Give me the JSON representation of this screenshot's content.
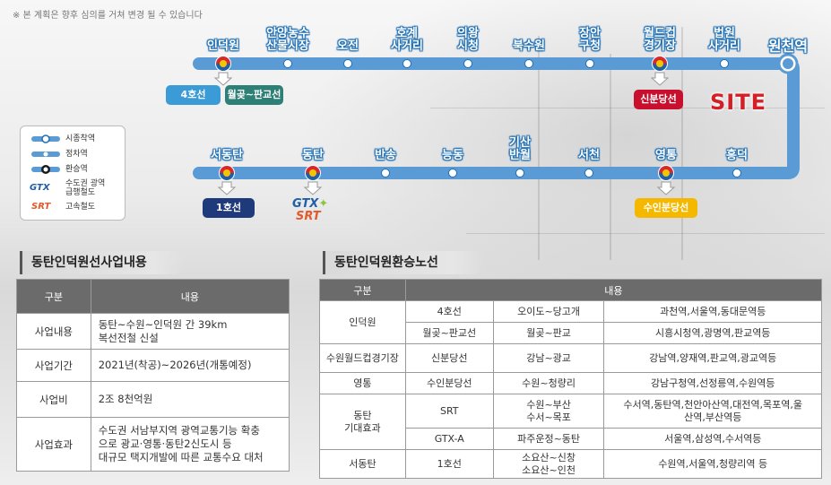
{
  "note": "※ 본 계획은 향후 심의를 거쳐 변경 될 수 있습니다",
  "site_label": "SITE",
  "line_color": "#5b9bd5",
  "stations_top": [
    {
      "id": "indeogwon",
      "label": "인덕원",
      "type": "transfer"
    },
    {
      "id": "anyang",
      "label": "안양농수\n산물시장",
      "type": "stop"
    },
    {
      "id": "ojeon",
      "label": "오전",
      "type": "stop"
    },
    {
      "id": "hogye",
      "label": "호계\n사거리",
      "type": "stop"
    },
    {
      "id": "uiwang",
      "label": "의왕\n시청",
      "type": "stop"
    },
    {
      "id": "buksuwon",
      "label": "북수원",
      "type": "stop"
    },
    {
      "id": "jangan",
      "label": "장안\n구청",
      "type": "stop"
    },
    {
      "id": "worldcup",
      "label": "월드컵\n경기장",
      "type": "transfer"
    },
    {
      "id": "beopwon",
      "label": "법원\n사거리",
      "type": "stop"
    },
    {
      "id": "woncheon",
      "label": "원천역",
      "type": "terminal"
    }
  ],
  "stations_bottom": [
    {
      "id": "seodongtan",
      "label": "서동탄",
      "type": "transfer"
    },
    {
      "id": "dongtan",
      "label": "동탄",
      "type": "transfer"
    },
    {
      "id": "bansong",
      "label": "반송",
      "type": "stop"
    },
    {
      "id": "neungdong",
      "label": "능동",
      "type": "stop"
    },
    {
      "id": "gisan",
      "label": "기산\n반월",
      "type": "stop"
    },
    {
      "id": "seocheon",
      "label": "서천",
      "type": "stop"
    },
    {
      "id": "yeongtong",
      "label": "영통",
      "type": "transfer"
    },
    {
      "id": "heungdeok",
      "label": "흥덕",
      "type": "stop"
    }
  ],
  "line_tags": {
    "line4": {
      "label": "4호선",
      "color": "#3a9bd6"
    },
    "wolgot": {
      "label": "월곶~판교선",
      "color": "#2e7f76"
    },
    "sinbundang": {
      "label": "신분당선",
      "color": "#c8102e"
    },
    "line1": {
      "label": "1호선",
      "color": "#1f3a7a"
    },
    "suinbundang": {
      "label": "수인분당선",
      "color": "#f5b800"
    }
  },
  "logos": {
    "gtx": "GTX",
    "srt": "SRT"
  },
  "legend": {
    "items": [
      {
        "label": "시종착역",
        "symbol": "terminal"
      },
      {
        "label": "정차역",
        "symbol": "stop"
      },
      {
        "label": "환승역",
        "symbol": "transfer"
      },
      {
        "label": "수도권 광역\n급행철도",
        "symbol": "gtx"
      },
      {
        "label": "고속철도",
        "symbol": "srt"
      }
    ]
  },
  "business": {
    "title": "동탄인덕원선사업내용",
    "headers": [
      "구분",
      "내용"
    ],
    "rows": [
      {
        "label": "사업내용",
        "content": "동탄~수원~인덕원 간 39km\n복선전철 신설"
      },
      {
        "label": "사업기간",
        "content": "2021년(착공)~2026년(개통예정)"
      },
      {
        "label": "사업비",
        "content": "2조 8천억원"
      },
      {
        "label": "사업효과",
        "content": "수도권 서남부지역 광역교통기능 확충\n으로 광교·영통·동탄2신도시 등\n대규모 택지개발에 따른 교통수요 대처"
      }
    ]
  },
  "transfer": {
    "title": "동탄인덕원환승노선",
    "headers": [
      "구분",
      "내용"
    ],
    "rows": [
      {
        "station": "인덕원",
        "line": "4호선",
        "section": "오이도~당고개",
        "stations": "과천역,서울역,동대문역등"
      },
      {
        "station": "",
        "line": "월곶~판교선",
        "section": "월곶~판교",
        "stations": "시흥시청역,광명역,판교역등"
      },
      {
        "station": "수원월드컵경기장",
        "line": "신분당선",
        "section": "강남~광교",
        "stations": "강남역,양재역,판교역,광교역등"
      },
      {
        "station": "영통",
        "line": "수인분당선",
        "section": "수원~청량리",
        "stations": "강남구청역,선정릉역,수원역등"
      },
      {
        "station": "동탄\n기대효과",
        "line": "SRT",
        "section": "수원~부산\n수서~목포",
        "stations": "수서역,동탄역,천안아산역,대전역,목포역,울\n산역,부산역등"
      },
      {
        "station": "",
        "line": "GTX-A",
        "section": "파주운정~동탄",
        "stations": "서울역,삼성역,수서역등"
      },
      {
        "station": "서동탄",
        "line": "1호선",
        "section": "소요산~신창\n소요산~인천",
        "stations": "수원역,서울역,청량리역 등"
      }
    ]
  }
}
